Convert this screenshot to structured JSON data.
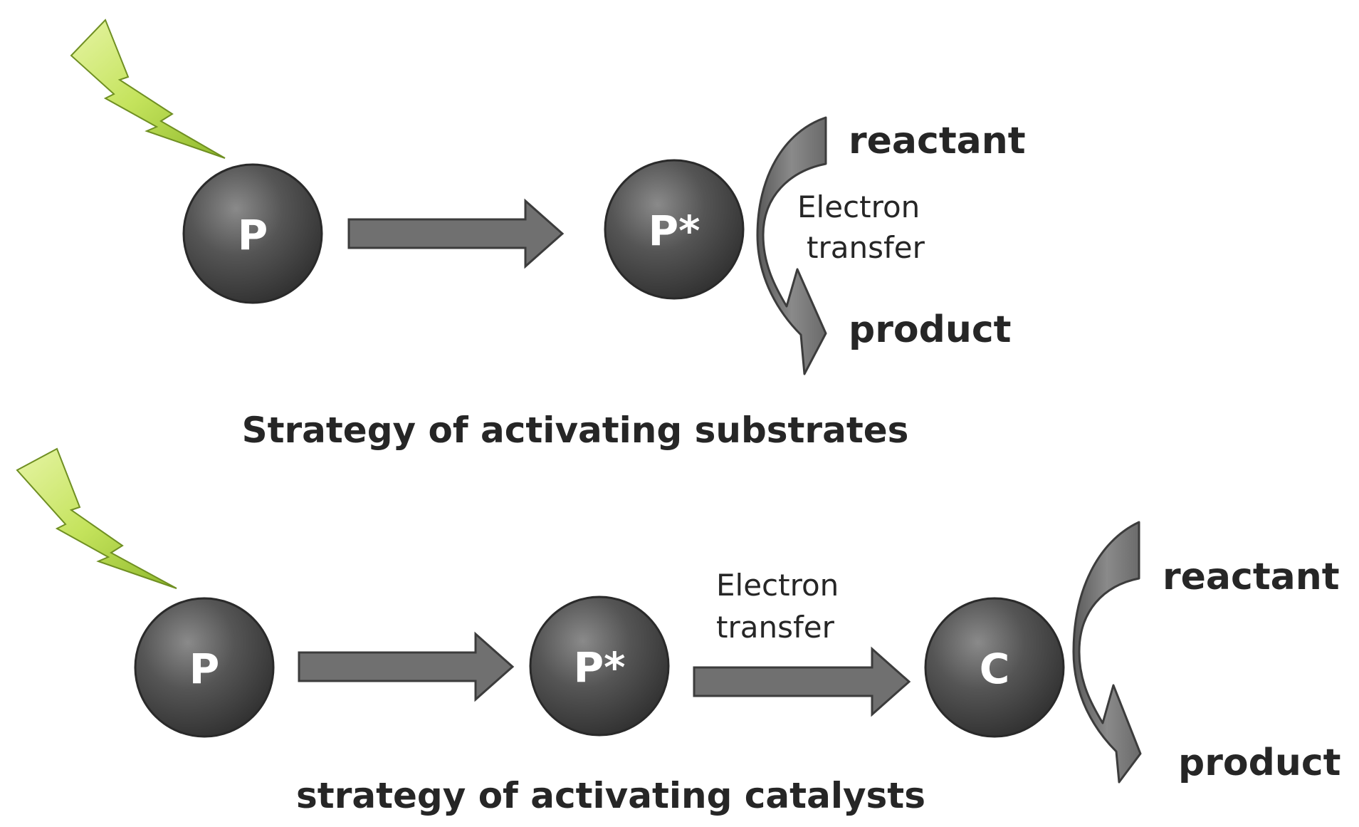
{
  "colors": {
    "node_fill": "#4a4a4a",
    "node_highlight": "#8a8a8a",
    "arrow_fill": "#707070",
    "arrow_stroke": "#3c3c3c",
    "bolt_fill": "#b7db4a",
    "bolt_light": "#e6f4a4",
    "text": "#262626"
  },
  "top_scheme": {
    "caption": "Strategy of activating substrates",
    "ground_state": "P",
    "excited_state": "P*",
    "curved_arrow_label": [
      "Electron",
      "transfer"
    ],
    "reactant_label": "reactant",
    "product_label": "product",
    "icons": [
      "lightning-bolt-icon"
    ]
  },
  "bottom_scheme": {
    "caption": "strategy of activating catalysts",
    "ground_state": "P",
    "excited_state": "P*",
    "catalyst": "C",
    "straight_arrow_label": [
      "Electron",
      "transfer"
    ],
    "reactant_label": "reactant",
    "product_label": "product",
    "icons": [
      "lightning-bolt-icon"
    ]
  }
}
